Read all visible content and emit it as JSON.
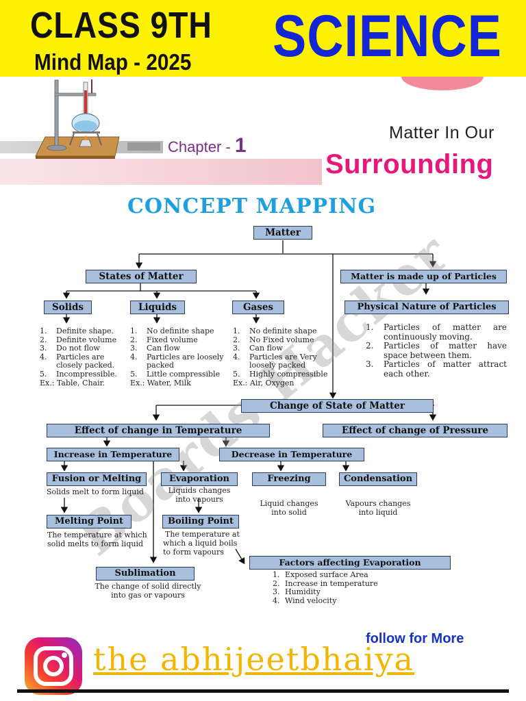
{
  "header": {
    "class_title": "CLASS 9TH",
    "mindmap_title": "Mind Map - 2025",
    "subject": "SCIENCE",
    "chapter_label": "Chapter -",
    "chapter_number": "1",
    "chapter_title_line1": "Matter In Our",
    "chapter_title_line2": "Surrounding",
    "concept_heading": "CONCEPT MAPPING"
  },
  "watermark": "Boards Hacker",
  "map": {
    "matter": "Matter",
    "states": "States of Matter",
    "particles": "Matter is made up of Particles",
    "solids": "Solids",
    "liquids": "Liquids",
    "gases": "Gases",
    "physical_nature": "Physical Nature of Particles",
    "solids_list": [
      "Definite shape.",
      "Definite volume",
      "Do not flow",
      "Particles are",
      "closely packed.",
      "Incompressible."
    ],
    "solids_nums": [
      "1.",
      "2.",
      "3.",
      "4.",
      "",
      "5."
    ],
    "solids_ex": "Ex.: Table, Chair.",
    "liquids_list": [
      "No definite shape",
      "Fixed volume",
      "Can flow",
      "Particles are loosely",
      "packed",
      "Little compressible"
    ],
    "liquids_nums": [
      "1.",
      "2.",
      "3.",
      "4.",
      "",
      "5."
    ],
    "liquids_ex": "Ex.: Water, Milk",
    "gases_list": [
      "No definite shape",
      "No Fixed volume",
      "Can flow",
      "Particles are Very",
      "loosely packed",
      "Highly compressible"
    ],
    "gases_nums": [
      "1.",
      "2.",
      "3.",
      "4.",
      "",
      "5."
    ],
    "gases_ex": "Ex.: Air, Oxygen",
    "particle_list": [
      "Particles of matter are continuously moving.",
      "Particles of matter have space between them.",
      "Particles of matter attract each other."
    ],
    "particle_nums": [
      "1.",
      "2.",
      "3."
    ],
    "change_state": "Change of State of Matter",
    "effect_temp": "Effect of change in Temperature",
    "effect_pressure": "Effect of change of Pressure",
    "increase_temp": "Increase in Temperature",
    "decrease_temp": "Decrease in Temperature",
    "fusion": "Fusion or Melting",
    "fusion_note": "Solids melt to form liquid",
    "evaporation": "Evaporation",
    "evaporation_note_1": "Liquids changes",
    "evaporation_note_2": "into vapours",
    "freezing": "Freezing",
    "freezing_note_1": "Liquid changes",
    "freezing_note_2": "into solid",
    "condensation": "Condensation",
    "condensation_note_1": "Vapours changes",
    "condensation_note_2": "into liquid",
    "melting_point": "Melting Point",
    "melting_note_1": "The temperature at which",
    "melting_note_2": "solid melts to form liquid",
    "boiling_point": "Boiling Point",
    "boiling_note_1": "The temperature at",
    "boiling_note_2": "which a liquid boils",
    "boiling_note_3": "to form vapours",
    "factors": "Factors affecting Evaporation",
    "factors_list": [
      "Exposed surface Area",
      "Increase in temperature",
      "Humidity",
      "Wind velocity"
    ],
    "factors_nums": [
      "1.",
      "2.",
      "3.",
      "4."
    ],
    "sublimation": "Sublimation",
    "sublimation_note_1": "The change of solid directly",
    "sublimation_note_2": "into gas or vapours"
  },
  "footer": {
    "follow": "follow for More",
    "handle": "the  abhijeetbhaiya",
    "icon": "instagram-icon"
  },
  "colors": {
    "band": "#fff200",
    "subject": "#1226d6",
    "surrounding": "#e8177c",
    "concept": "#1ea0e0",
    "box": "#a8c0de"
  }
}
